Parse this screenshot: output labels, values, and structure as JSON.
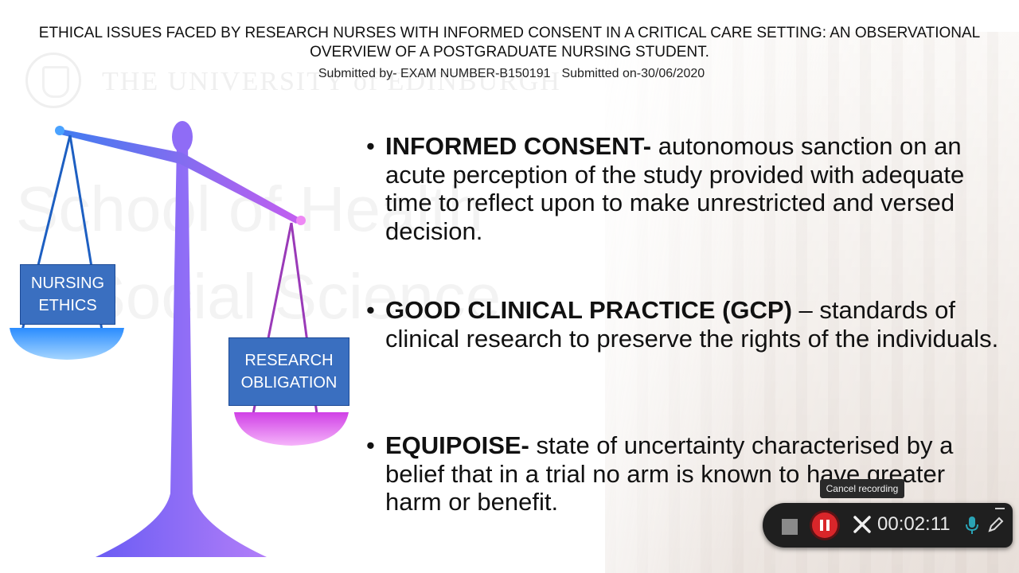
{
  "slide": {
    "title": "ETHICAL ISSUES FACED BY RESEARCH NURSES WITH INFORMED CONSENT IN A CRITICAL CARE SETTING: AN OBSERVATIONAL OVERVIEW OF A POSTGRADUATE NURSING STUDENT.",
    "submitted_by": "Submitted by- EXAM NUMBER-B150191",
    "submitted_on": "Submitted on-30/06/2020",
    "watermark_university": "THE UNIVERSITY of EDINBURGH",
    "watermark_school_line1": "School of Health",
    "watermark_school_line2": "in Social Science",
    "scale": {
      "left_label": "NURSING ETHICS",
      "right_label": "RESEARCH OBLIGATION",
      "colors": {
        "beam": "#8a5cf0",
        "left_pan": "#1e90ff",
        "right_pan": "#e060ef",
        "stand": "#8f6cf6"
      }
    },
    "bullets": [
      {
        "term": "INFORMED CONSENT-",
        "text": " autonomous sanction on an acute perception of the study provided with adequate time to reflect upon to make unrestricted and versed decision."
      },
      {
        "term": "GOOD CLINICAL PRACTICE (GCP)",
        "text": " – standards of clinical research to preserve the rights of the individuals."
      },
      {
        "term": "EQUIPOISE-",
        "text": " state of uncertainty characterised by a belief that in a trial no arm is known to have greater harm or benefit."
      }
    ]
  },
  "recorder": {
    "tooltip": "Cancel recording",
    "elapsed": "00:02:11",
    "icons": [
      "stop-icon",
      "pause-icon",
      "close-icon",
      "microphone-icon",
      "pen-icon",
      "minimize-icon"
    ],
    "pause_color": "#d9262a",
    "mic_color": "#2aa3b5"
  }
}
